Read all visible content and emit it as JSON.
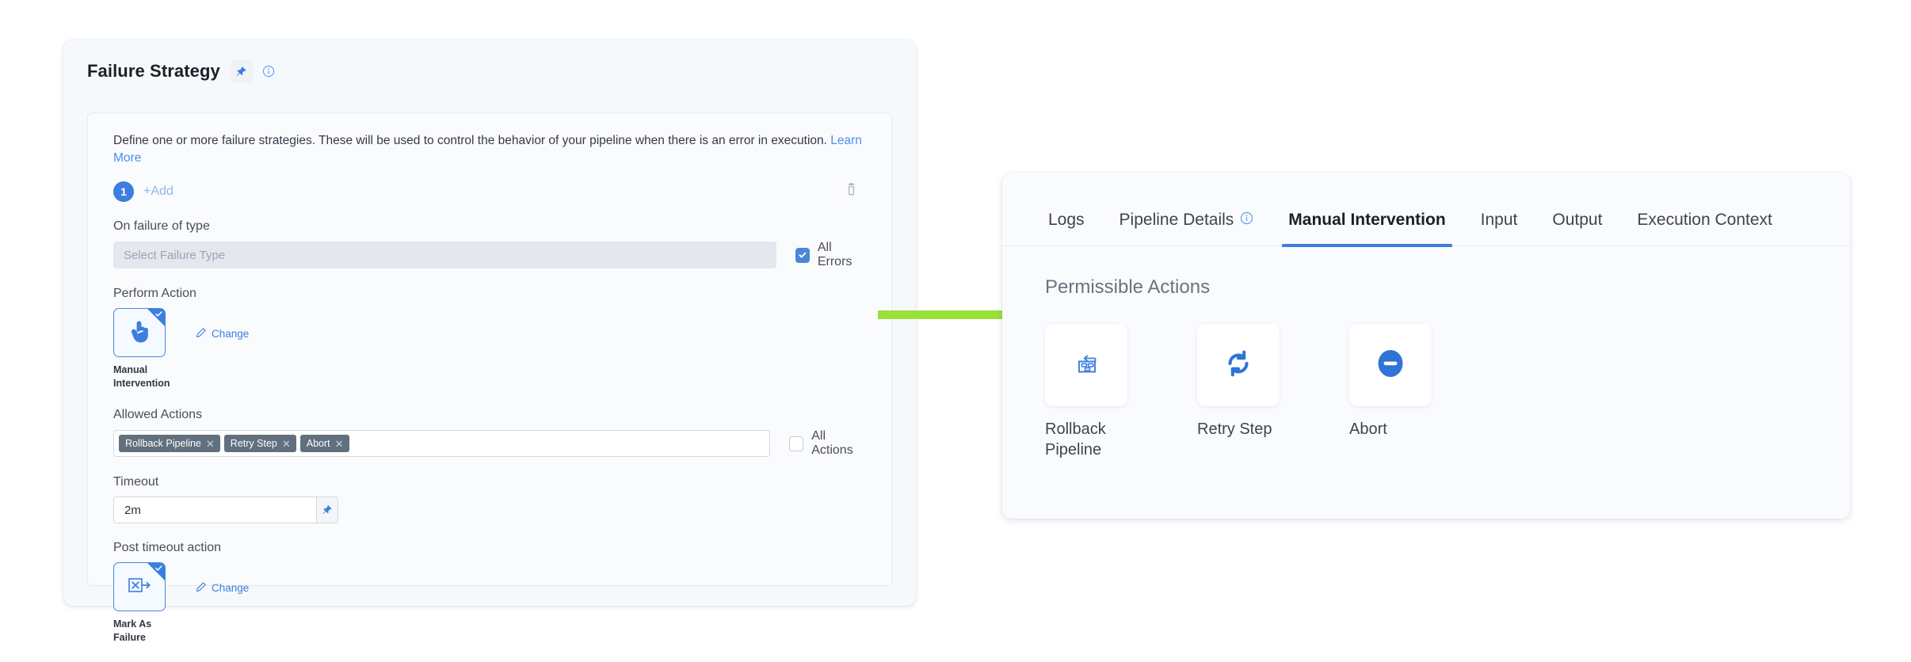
{
  "left_panel": {
    "title": "Failure Strategy",
    "pin_icon": "pin-icon",
    "info_icon": "info-circle-icon",
    "description_text": "Define one or more failure strategies. These will be used to control the behavior of your pipeline when there is an error in execution.",
    "learn_more_label": "Learn More",
    "strategy_index": "1",
    "add_label": "+Add",
    "delete_icon": "trash-icon",
    "on_failure_of_type": {
      "label": "On failure of type",
      "select_placeholder": "Select Failure Type",
      "checkbox_label": "All Errors",
      "checkbox_checked": true
    },
    "perform_action": {
      "label": "Perform Action",
      "tile_caption": "Manual Intervention",
      "tile_icon": "pointing-hand-icon",
      "selected": true,
      "change_label": "Change",
      "change_icon": "pencil-icon"
    },
    "allowed_actions": {
      "label": "Allowed Actions",
      "chips": [
        "Rollback Pipeline",
        "Retry Step",
        "Abort"
      ],
      "chip_remove_icon": "close-x-icon",
      "checkbox_label": "All Actions",
      "checkbox_checked": false
    },
    "timeout": {
      "label": "Timeout",
      "value": "2m",
      "pin_icon": "pin-icon"
    },
    "post_timeout_action": {
      "label": "Post timeout action",
      "tile_caption": "Mark As Failure",
      "tile_icon": "mark-as-failure-icon",
      "selected": true,
      "change_label": "Change",
      "change_icon": "pencil-icon"
    }
  },
  "connector": {
    "arrow_icon": "green-right-arrow",
    "color": "#9ae03a"
  },
  "right_panel": {
    "tabs": [
      {
        "label": "Logs",
        "active": false,
        "has_info_icon": false
      },
      {
        "label": "Pipeline Details",
        "active": false,
        "has_info_icon": true
      },
      {
        "label": "Manual Intervention",
        "active": true,
        "has_info_icon": false
      },
      {
        "label": "Input",
        "active": false,
        "has_info_icon": false
      },
      {
        "label": "Output",
        "active": false,
        "has_info_icon": false
      },
      {
        "label": "Execution Context",
        "active": false,
        "has_info_icon": false
      }
    ],
    "active_tab_accent": "#3d7ee0",
    "section_title": "Permissible Actions",
    "action_cards": [
      {
        "label": "Rollback Pipeline",
        "icon": "rollback-pipeline-icon"
      },
      {
        "label": "Retry Step",
        "icon": "retry-refresh-icon"
      },
      {
        "label": "Abort",
        "icon": "abort-minus-circle-icon"
      }
    ]
  }
}
